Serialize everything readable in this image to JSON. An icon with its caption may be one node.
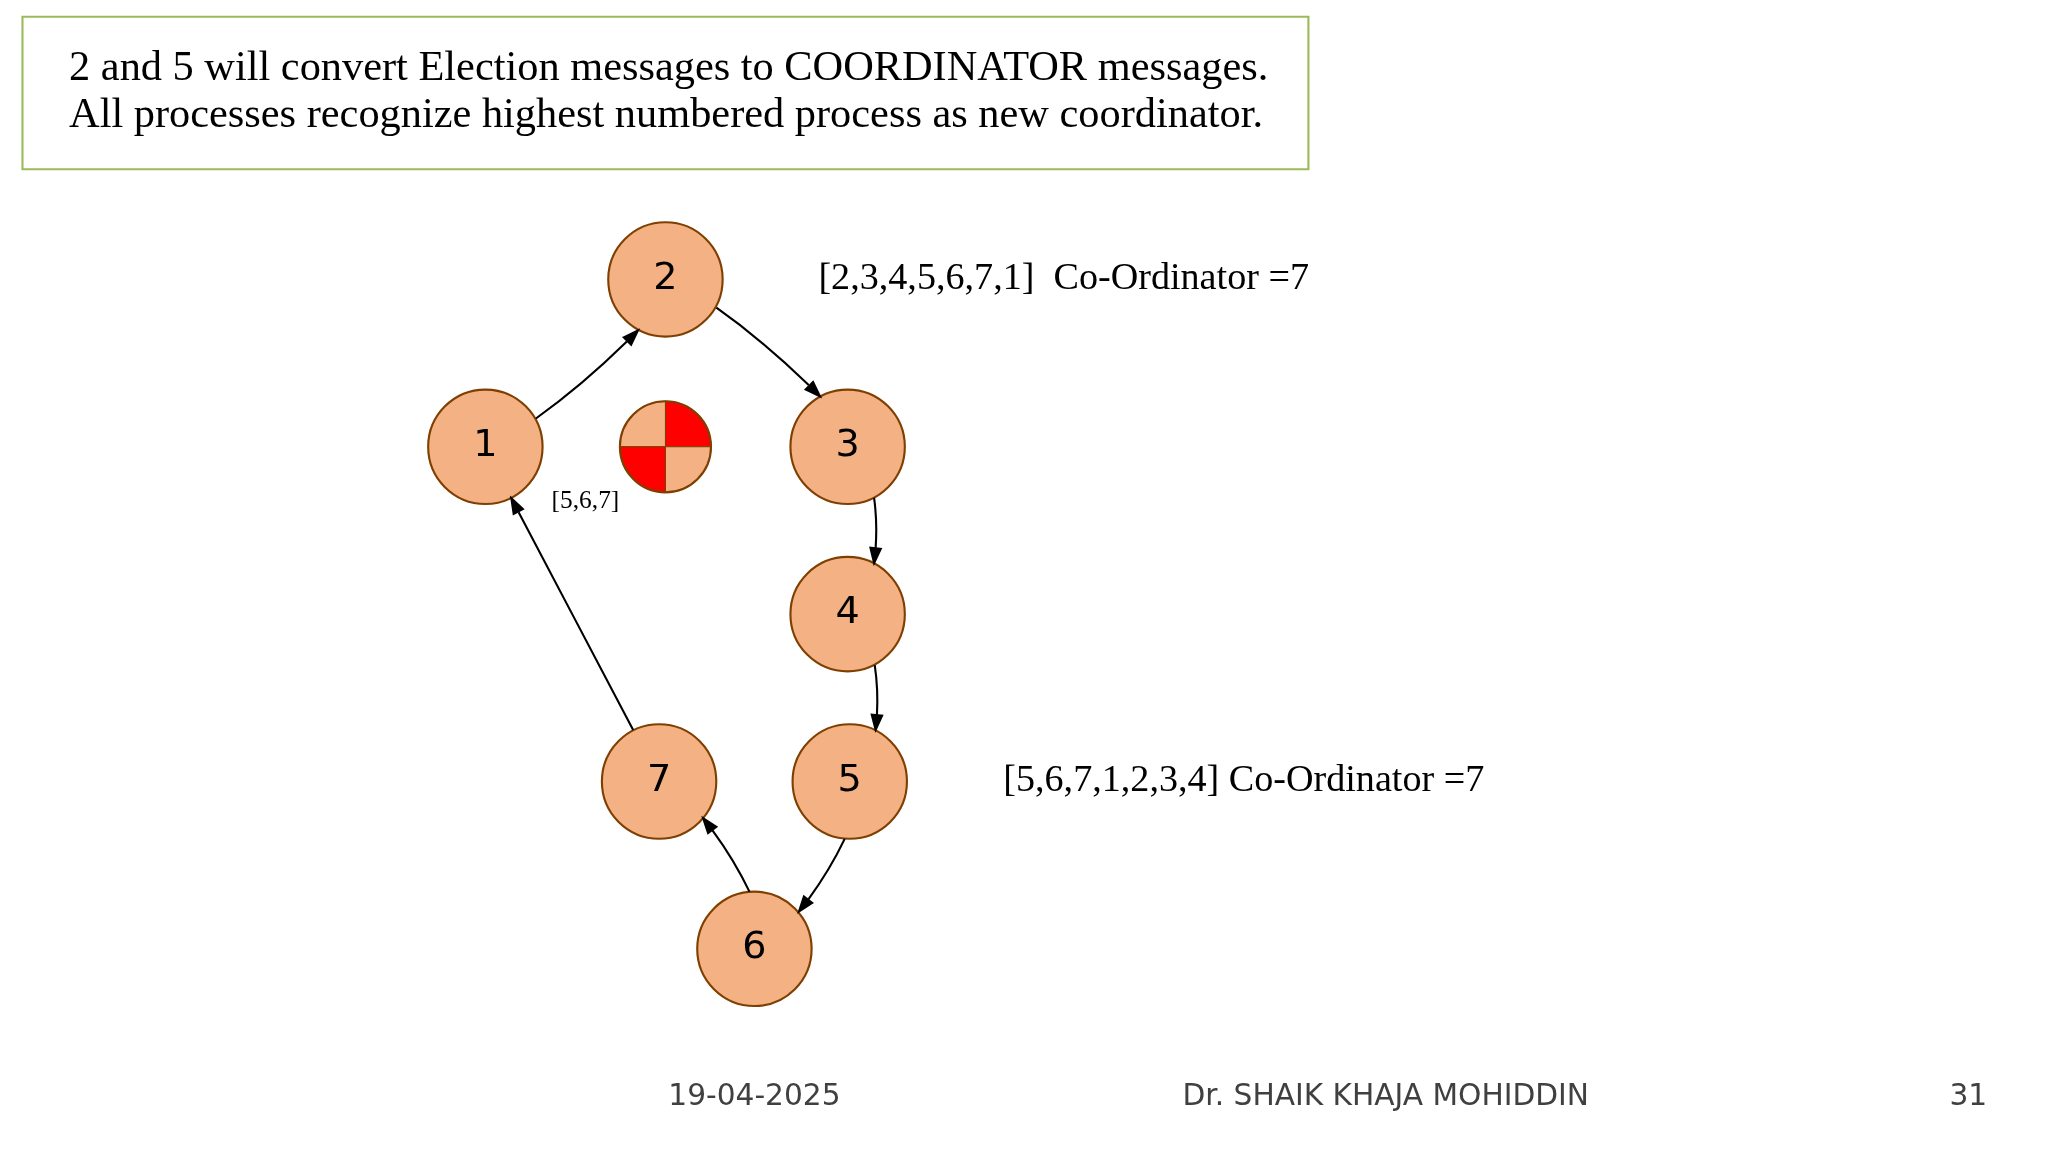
{
  "diagram": {
    "nodes": [
      {
        "text": [
          "2 and 5 will convert Election messages to COORDINATOR messages.",
          "All processes recognize highest numbered process as new coordinator."
        ]
      },
      {
        "text": [
          "1"
        ]
      },
      {
        "text": [
          "2"
        ],
        "beside": [
          "[2,3,4,5,6,7,1]  Co-Ordinator =7"
        ]
      },
      {
        "text": [
          "3"
        ]
      },
      {
        "text": [
          "4"
        ]
      },
      {
        "text": [
          "5"
        ],
        "beside": [
          "[5,6,7,1,2,3,4] Co-Ordinator =7"
        ]
      },
      {
        "text": [
          "6"
        ]
      },
      {
        "text": [
          "7"
        ]
      },
      {
        "text": [],
        "shape": "circle"
      }
    ],
    "edges": [
      {
        "from": 1,
        "to": 2,
        "arrow": "to"
      },
      {
        "from": 2,
        "to": 3,
        "arrow": "to"
      },
      {
        "from": 3,
        "to": 4,
        "arrow": "to"
      },
      {
        "from": 4,
        "to": 5,
        "arrow": "to"
      },
      {
        "from": 5,
        "to": 6,
        "arrow": "to"
      },
      {
        "from": 6,
        "to": 7,
        "arrow": "to"
      },
      {
        "from": 7,
        "to": 1,
        "label": "[5,6,7]",
        "arrow": "to"
      }
    ],
    "labels": [
      "19-04-2025",
      "Dr. SHAIK KHAJA MOHIDDIN",
      "31"
    ]
  }
}
